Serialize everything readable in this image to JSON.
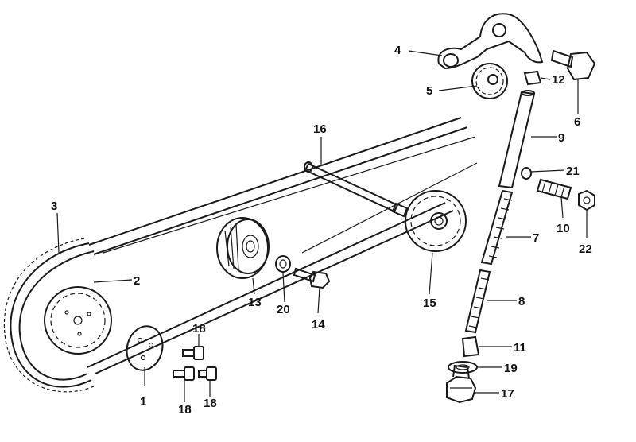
{
  "diagram": {
    "type": "exploded-parts-view",
    "ink_color": "#1a1a1a",
    "background": "#ffffff",
    "callouts": [
      {
        "id": "c1",
        "label": "1"
      },
      {
        "id": "c2",
        "label": "2"
      },
      {
        "id": "c3",
        "label": "3"
      },
      {
        "id": "c4",
        "label": "4"
      },
      {
        "id": "c5",
        "label": "5"
      },
      {
        "id": "c6",
        "label": "6"
      },
      {
        "id": "c7",
        "label": "7"
      },
      {
        "id": "c8",
        "label": "8"
      },
      {
        "id": "c9",
        "label": "9"
      },
      {
        "id": "c10",
        "label": "10"
      },
      {
        "id": "c11",
        "label": "11"
      },
      {
        "id": "c12",
        "label": "12"
      },
      {
        "id": "c13",
        "label": "13"
      },
      {
        "id": "c14",
        "label": "14"
      },
      {
        "id": "c15",
        "label": "15"
      },
      {
        "id": "c16",
        "label": "16"
      },
      {
        "id": "c17",
        "label": "17"
      },
      {
        "id": "c18a",
        "label": "18"
      },
      {
        "id": "c18b",
        "label": "18"
      },
      {
        "id": "c18c",
        "label": "18"
      },
      {
        "id": "c19",
        "label": "19"
      },
      {
        "id": "c20",
        "label": "20"
      },
      {
        "id": "c21",
        "label": "21"
      },
      {
        "id": "c22",
        "label": "22"
      }
    ]
  }
}
